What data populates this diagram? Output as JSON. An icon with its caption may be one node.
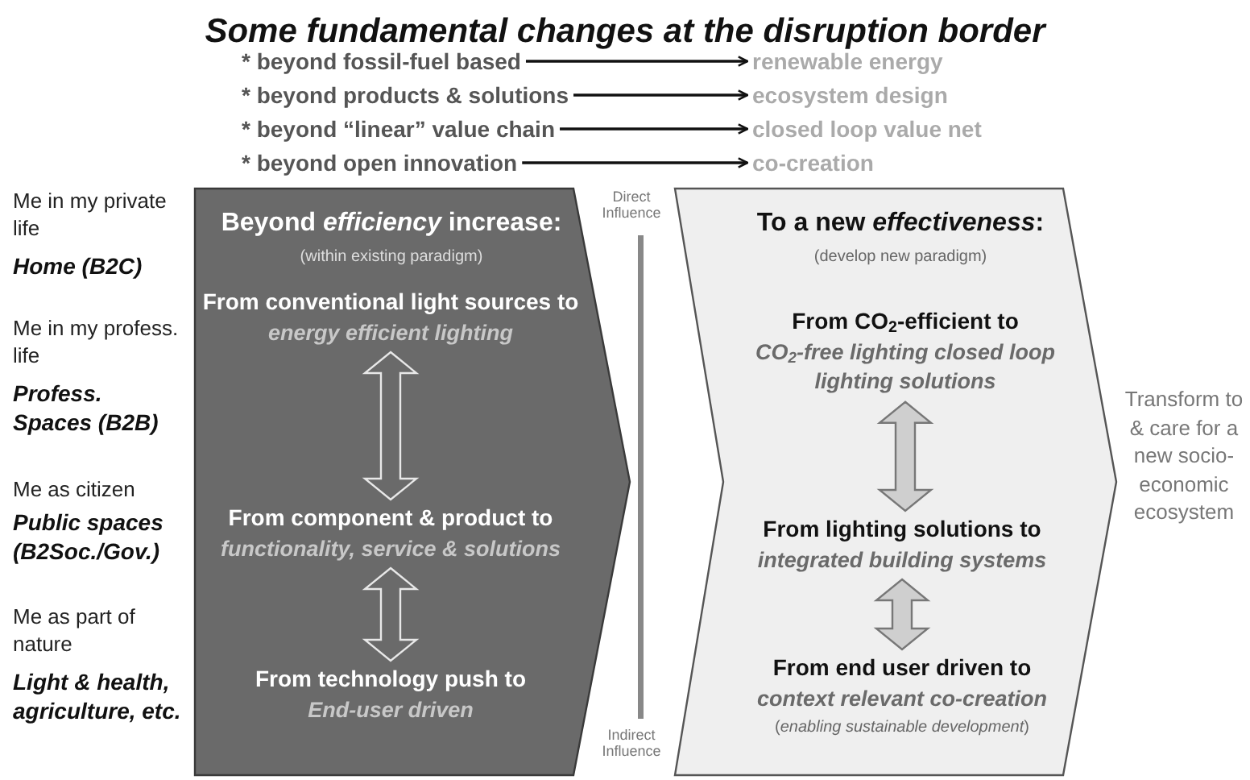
{
  "diagram": {
    "title": "Some fundamental changes at the disruption border",
    "nodes": [
      {
        "text": [
          "* beyond fossil-fuel based"
        ]
      },
      {
        "text": [
          "renewable energy"
        ]
      },
      {
        "text": [
          "* beyond products & solutions"
        ]
      },
      {
        "text": [
          "ecosystem design"
        ]
      },
      {
        "text": [
          "* beyond “linear” value chain"
        ]
      },
      {
        "text": [
          "closed loop value net"
        ]
      },
      {
        "text": [
          "* beyond open innovation"
        ]
      },
      {
        "text": [
          "co-creation"
        ]
      },
      {
        "text": [
          "Beyond *efficiency* increase:",
          "(within existing paradigm)"
        ]
      },
      {
        "text": [
          "From conventional light sources to",
          "energy efficient lighting"
        ],
        "in": 8
      },
      {
        "text": [
          "From component & product to",
          "functionality, service & solutions"
        ],
        "in": 8
      },
      {
        "text": [
          "From technology push to",
          "End-user driven"
        ],
        "in": 8
      },
      {
        "text": [
          "To a new *effectiveness*:",
          "(develop new paradigm)"
        ]
      },
      {
        "text": [
          "From CO$_{2}$-efficient to",
          "*CO$_{2}$-free lighting* closed loop *lighting solutions*"
        ],
        "in": 12
      },
      {
        "text": [
          "From lighting solutions to",
          "integrated building systems"
        ],
        "in": 12
      },
      {
        "text": [
          "From end user driven to",
          "context relevant co-creation",
          "(*enabling sustainable development*)"
        ],
        "in": 12
      }
    ],
    "edges": [
      {
        "from": 0,
        "to": 1,
        "arrow": "to"
      },
      {
        "from": 2,
        "to": 3,
        "arrow": "to"
      },
      {
        "from": 4,
        "to": 5,
        "arrow": "to"
      },
      {
        "from": 6,
        "to": 7,
        "arrow": "to"
      },
      {
        "from": 9,
        "to": 10,
        "arrow": "both"
      },
      {
        "from": 10,
        "to": 11,
        "arrow": "both"
      },
      {
        "from": 13,
        "to": 14,
        "arrow": "both"
      },
      {
        "from": 14,
        "to": 15,
        "arrow": "both"
      }
    ],
    "labels": [
      "Me in my private life",
      "**Home** (B2C)",
      "Me in my profess. life",
      "**Profess. Spaces** (B2B)",
      "Me as citizen",
      "**Public spaces** (B2Soc./Gov.)",
      "Me as part of nature",
      "Light & health, agriculture, etc.",
      "Direct Influence",
      "Indirect Influence",
      "Transform to & care for a new socio-economic ecosystem"
    ]
  }
}
